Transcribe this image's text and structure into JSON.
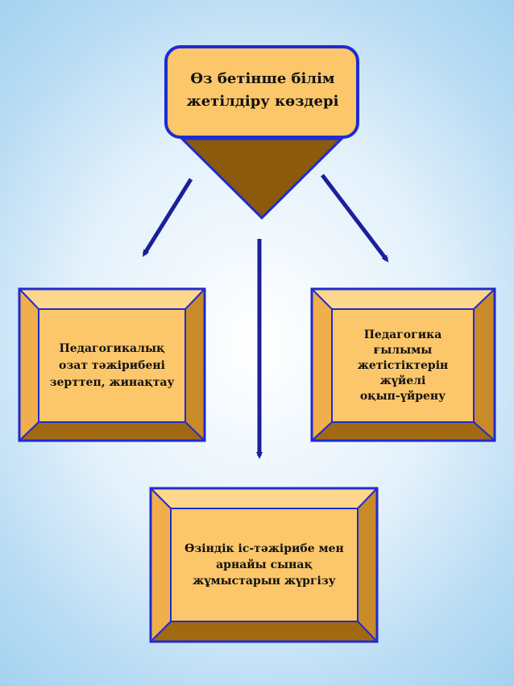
{
  "diagram": {
    "top_box": {
      "lines": [
        "Өз бетінше білім",
        "жетілдіру көздері"
      ]
    },
    "left_box": {
      "lines": [
        "Педагогикалық",
        "озат тәжірибені",
        "зерттеп, жинақтау"
      ]
    },
    "right_box": {
      "lines": [
        "Педагогика",
        "ғылымы",
        "жетістіктерін",
        "жүйелі",
        "оқып-үйрену"
      ]
    },
    "bottom_box": {
      "lines": [
        "Өзіндік іс-тәжірибе мен",
        "арнайы сынақ",
        "жұмыстарын жүргізу"
      ]
    }
  }
}
